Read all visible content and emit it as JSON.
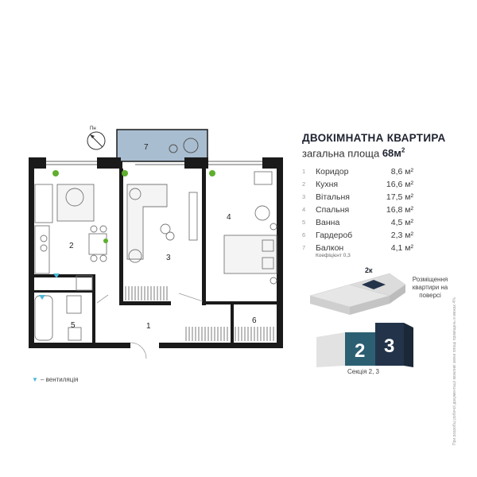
{
  "title": "ДВОКІМНАТНА КВАРТИРА",
  "subtitle": {
    "prefix": "загальна площа",
    "area": "68м",
    "unit_sup": "2"
  },
  "rooms": [
    {
      "num": "1",
      "name": "Коридор",
      "area": "8,6 м²"
    },
    {
      "num": "2",
      "name": "Кухня",
      "area": "16,6 м²"
    },
    {
      "num": "3",
      "name": "Вітальня",
      "area": "17,5 м²"
    },
    {
      "num": "4",
      "name": "Спальня",
      "area": "16,8 м²"
    },
    {
      "num": "5",
      "name": "Ванна",
      "area": "4,5 м²"
    },
    {
      "num": "6",
      "name": "Гардероб",
      "area": "2,3 м²"
    },
    {
      "num": "7",
      "name": "Балкон",
      "area": "4,1 м²"
    }
  ],
  "balcony_note": "Коефіцієнт 0,3",
  "plan_labels": [
    "1",
    "2",
    "3",
    "4",
    "5",
    "6",
    "7"
  ],
  "compass_label": "Пн",
  "iso": {
    "label": "2к",
    "placement_text": "Розміщення квартири на поверсі"
  },
  "sections": {
    "numbers": [
      "2",
      "3"
    ],
    "caption": "Секція 2, 3"
  },
  "vent_legend": {
    "icon": "ventilation-triangle-icon",
    "text": "– вентиляція"
  },
  "side_note": "При розробці робочої документації можливі зміни площі приміщень в межах 4%",
  "colors": {
    "wall": "#1a1a1a",
    "balcony": "#a9bdd0",
    "section_dark": "#23344a",
    "section_mid": "#2d5f72",
    "vent": "#4ab8d8",
    "plant": "#5fae2e"
  }
}
